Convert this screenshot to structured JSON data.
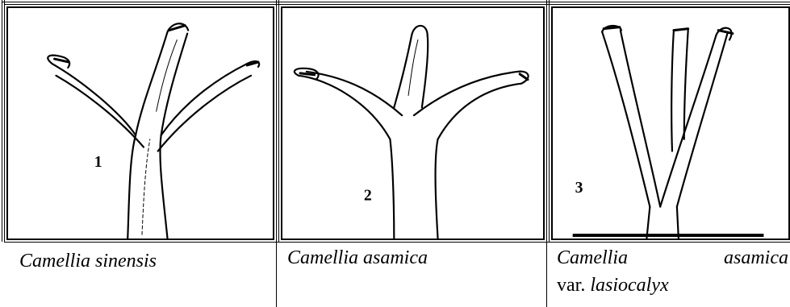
{
  "figures": [
    {
      "number": "1",
      "caption": "Camellia sinensis"
    },
    {
      "number": "2",
      "caption": "Camellia asamica"
    },
    {
      "number": "3",
      "caption_genus": "Camellia",
      "caption_species": "asamica",
      "caption_var_prefix": "var.",
      "caption_variety": "lasiocalyx"
    }
  ]
}
